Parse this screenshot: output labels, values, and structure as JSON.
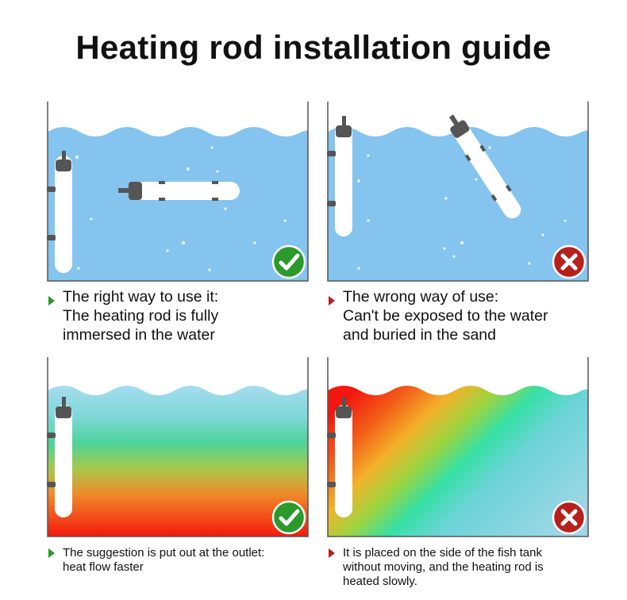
{
  "title": "Heating rod installation guide",
  "panels": [
    {
      "status": "correct",
      "status_icon": "check-icon",
      "caption": [
        "The right way to use it:",
        "The heating rod is fully",
        "immersed in the water"
      ]
    },
    {
      "status": "wrong",
      "status_icon": "cross-icon",
      "caption": [
        "The wrong way of use:",
        "Can't be exposed to the water",
        "and buried in the sand"
      ]
    },
    {
      "status": "correct",
      "status_icon": "check-icon",
      "caption": [
        "The suggestion is put out at the outlet:",
        "heat flow faster"
      ]
    },
    {
      "status": "wrong",
      "status_icon": "cross-icon",
      "caption": [
        "It is placed on the side of the fish tank",
        "without moving, and the heating rod is",
        "heated slowly."
      ]
    }
  ],
  "colors": {
    "water": "#84c4ee",
    "correct": "#2a9a2a",
    "wrong": "#b8201c",
    "tank_line": "#555555"
  }
}
